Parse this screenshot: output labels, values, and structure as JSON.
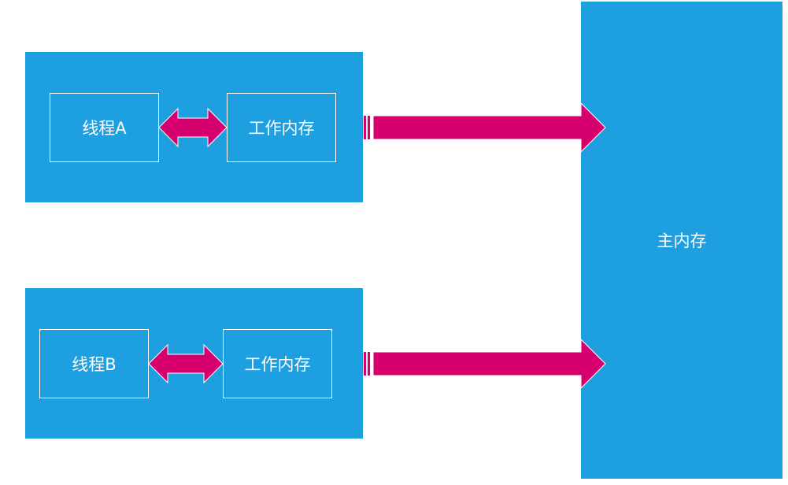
{
  "threads": [
    {
      "thread_label": "线程A",
      "working_memory_label": "工作内存"
    },
    {
      "thread_label": "线程B",
      "working_memory_label": "工作内存"
    }
  ],
  "main_memory": {
    "label": "主内存"
  },
  "colors": {
    "panel_blue": "#1e9fe0",
    "arrow_magenta": "#d5006d",
    "text_white": "#ffffff"
  },
  "icons": {
    "double_arrow": "left-right-arrow-icon",
    "striped_arrow": "striped-right-arrow-icon"
  }
}
